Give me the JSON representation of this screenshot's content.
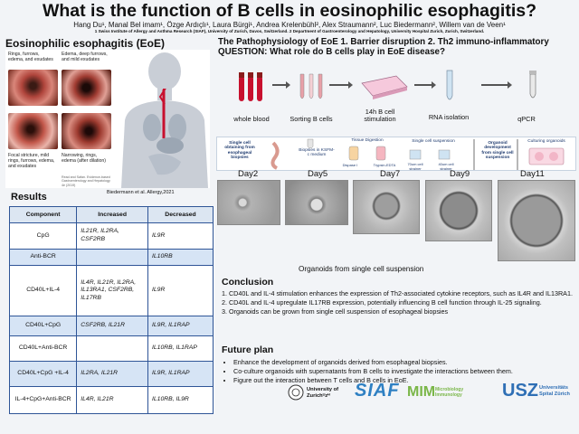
{
  "header": {
    "title": "What is the function of B cells in eosinophilic esophagitis?",
    "authors": "Hang Du¹, Manal Bel imam¹, Özge Ardıçlı¹, Laura Bürgi¹, Andrea Krelenbühl², Alex Straumann², Luc Biedermann², Willem van de Veen¹",
    "affiliations": "1 Swiss Institute of Allergy and Asthma Research (SIAF), University of Zurich, Davos, Switzerland.   2 Department of Gastroenterology and Hepatology, University Hospital Zurich, Zurich, Switzerland."
  },
  "eoe": {
    "title": "Eosinophilic esophagitis (EoE)",
    "labels": {
      "tl": "Rings, furrows, edema, and exudates",
      "tr": "Edema, deep furrows, and mild exudates",
      "bl": "Focal stricture, mild rings, furrows, edema, and exudates",
      "br": "Narrowing, rings, edema (after dilation)",
      "source": "Read and Safan. Evidence-based Gastroenterology and Hepatology 4e (2019)"
    },
    "citation": "Biedermann et al. Allergy,2021"
  },
  "results": {
    "title": "Results",
    "headers": [
      "Component",
      "Increased",
      "Decreased"
    ],
    "rows": [
      {
        "component": "CpG",
        "increased": "IL21R, IL2RA, CSF2RB",
        "decreased": "IL9R"
      },
      {
        "component": "Anti-BCR",
        "increased": "",
        "decreased": "IL10RB"
      },
      {
        "component": "CD40L+IL-4",
        "increased": "IL4R, IL21R, IL2RA, IL13RA1, CSF2RB, IL17RB",
        "decreased": "IL9R"
      },
      {
        "component": "CD40L+CpG",
        "increased": "CSF2RB, IL21R",
        "decreased": "IL9R, IL1RAP"
      },
      {
        "component": "CD40L+Anti-BCR",
        "increased": "",
        "decreased": "IL10RB, IL1RAP"
      },
      {
        "component": "CD40L+CpG +IL-4",
        "increased": "IL2RA, IL21R",
        "decreased": "IL9R, IL1RAP"
      },
      {
        "component": "IL-4+CpG+Anti-BCR",
        "increased": "IL4R, IL21R",
        "decreased": "IL10RB, IL9R"
      }
    ]
  },
  "patho": {
    "title": "The Pathophysiology of EoE  1. Barrier disruption  2. Th2 immuno-inflammatory",
    "question": "QUESTION: What role do B cells play in EoE disease?",
    "workflow": [
      "whole blood",
      "Sorting B cells",
      "14h B cell stimulation",
      "RNA isolation",
      "qPCR"
    ]
  },
  "organoid_banner": {
    "step1": "Single cell obtaining from esophageal biopsies",
    "biopsies": "Biopsies in KSFM-c medium",
    "digestion": "Tissue Digestion",
    "dispase": "Dispase I",
    "trypsin": "Trypsin-EDTA",
    "suspension": "Single cell suspension",
    "strainer1": "70um cell strainer",
    "strainer2": "40um cell strainer",
    "development": "Organoid development from single cell suspension",
    "culturing": "Culturing organoids"
  },
  "organoids": {
    "days": [
      "Day2",
      "Day5",
      "Day7",
      "Day9",
      "Day11"
    ],
    "caption": "Organoids from single cell suspension"
  },
  "conclusion": {
    "title": "Conclusion",
    "items": [
      "1. CD40L and IL-4 stimulation enhances the expression of Th2-associated cytokine receptors, such as IL4R and IL13RA1.",
      "2. CD40L and IL-4 upregulate IL17RB expression, potentially influencing B cell function through IL-25 signaling.",
      "3. Organoids can be grown from single cell suspension of esophageal biopsies"
    ]
  },
  "future": {
    "title": "Future plan",
    "items": [
      "Enhance the development of organoids derived from esophageal biopsies.",
      "Co-culture organoids with supernatants from B cells to investigate the interactions between them.",
      "Figure out the interaction between T cells and B cells in EoE."
    ]
  },
  "logos": {
    "uzh": "University of Zurichᵁᴢᴴ",
    "siaf": "SIAF",
    "mim": "MIM",
    "mim_sub": "Microbiology Immunology",
    "usz": "USZ",
    "usz_sub": "Universitäts Spital Zürich"
  }
}
